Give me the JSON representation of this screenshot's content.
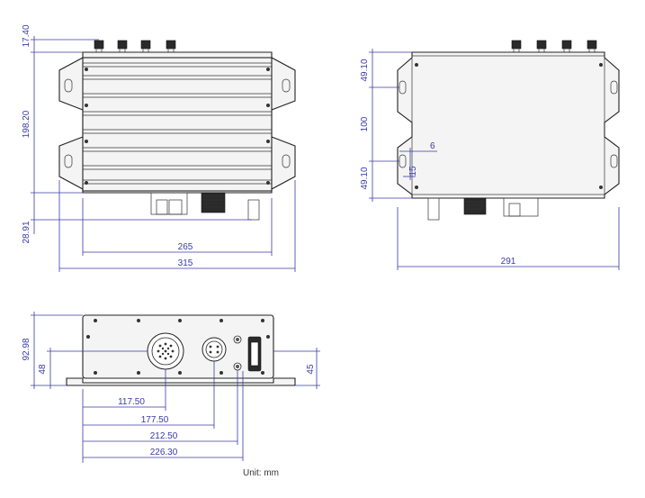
{
  "colors": {
    "dimension": "#3a3aa8",
    "outline": "#222222",
    "fill": "#f4f4f4",
    "connector": "#2a2a2a"
  },
  "front_view": {
    "dim_height_top": "17.40",
    "dim_height_body": "198.20",
    "dim_height_bottom": "28.91",
    "dim_width_inner": "265",
    "dim_width_outer": "315"
  },
  "side_view": {
    "dim_top_slot": "49.10",
    "dim_slot_pitch": "100",
    "dim_bottom_slot": "49.10",
    "dim_slot_width": "6",
    "dim_slot_length": "15",
    "dim_width": "291"
  },
  "bottom_view": {
    "dim_height_total": "92.98",
    "dim_height_connector": "48",
    "dim_height_right": "45",
    "dim_conn1": "117.50",
    "dim_conn2": "177.50",
    "dim_conn3": "212.50",
    "dim_conn4": "226.30"
  },
  "unit_label": "Unit: mm"
}
